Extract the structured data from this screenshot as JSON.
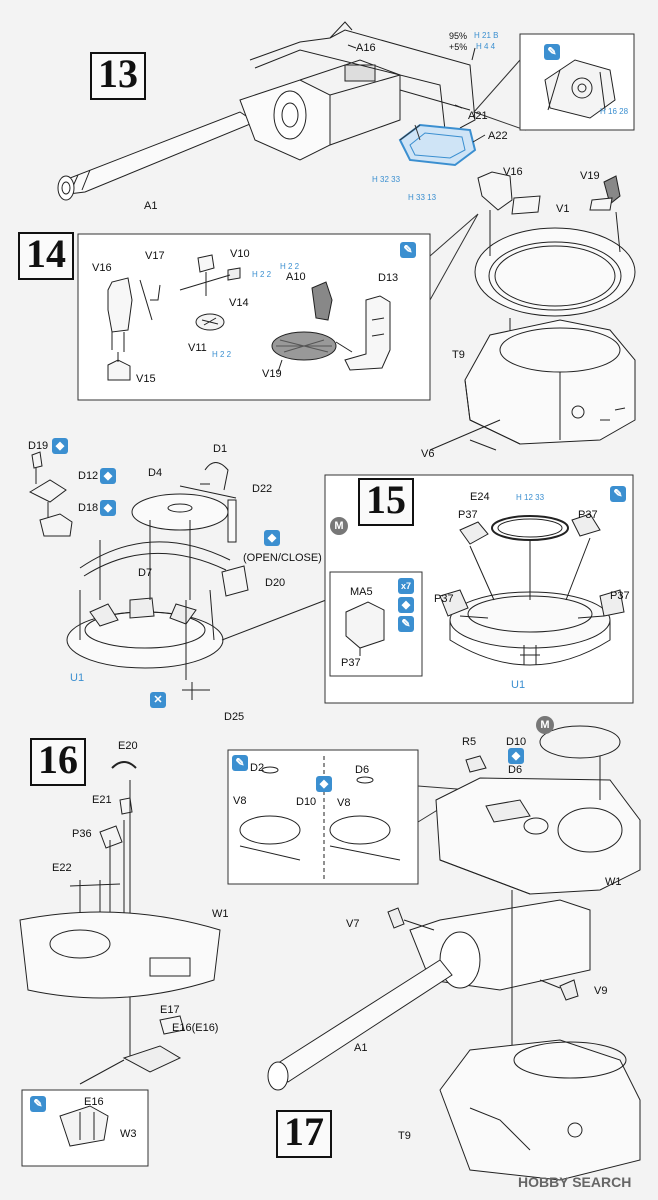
{
  "steps": {
    "s13": "13",
    "s14": "14",
    "s15": "15",
    "s16": "16",
    "s17": "17"
  },
  "step13": {
    "parts": {
      "a16": "A16",
      "a21": "A21",
      "a22": "A22",
      "a1": "A1"
    },
    "paint_95": "95%",
    "paint_5": "+5%",
    "refs": {
      "h21": "H 21 B",
      "h4": "H 4 4",
      "h32": "H 32 33",
      "h33": "H 33 13",
      "h16": "H 16 28"
    }
  },
  "step14": {
    "parts": {
      "v16a": "V16",
      "v17": "V17",
      "v10": "V10",
      "v14": "V14",
      "a10": "A10",
      "d13": "D13",
      "v11": "V11",
      "v19a": "V19",
      "v15": "V15",
      "v16b": "V16",
      "v19b": "V19",
      "v1": "V1",
      "t9a": "T9",
      "v6": "V6"
    },
    "refs": {
      "h2a": "H 2 2",
      "h2b": "H 2 2",
      "h2c": "H 2 2"
    }
  },
  "assembly": {
    "parts": {
      "d19": "D19",
      "d12": "D12",
      "d18": "D18",
      "d1": "D1",
      "d4": "D4",
      "d22": "D22",
      "d7": "D7",
      "d20": "D20",
      "u1a": "U1",
      "d25": "D25"
    },
    "open_close": "(OPEN/CLOSE)"
  },
  "step15": {
    "parts": {
      "e24": "E24",
      "p37a": "P37",
      "p37b": "P37",
      "p37c": "P37",
      "p37d": "P37",
      "ma5": "MA5",
      "p37e": "P37",
      "u1b": "U1"
    },
    "ref_h12": "H 12 33",
    "icon_x7": "x7"
  },
  "step16": {
    "parts": {
      "e20": "E20",
      "e21": "E21",
      "p36": "P36",
      "e22": "E22",
      "w1a": "W1",
      "e17": "E17",
      "e16a": "E16(E16)",
      "e16b": "E16",
      "w3": "W3"
    }
  },
  "step17": {
    "parts": {
      "r5": "R5",
      "d10a": "D10",
      "d6a": "D6",
      "d2": "D2",
      "d6b": "D6",
      "v8a": "V8",
      "d10b": "D10",
      "v8b": "V8",
      "w1b": "W1",
      "v7": "V7",
      "v9": "V9",
      "a1b": "A1",
      "t9b": "T9"
    }
  },
  "marks": {
    "m": "M"
  },
  "watermark": "HOBBY SEARCH"
}
